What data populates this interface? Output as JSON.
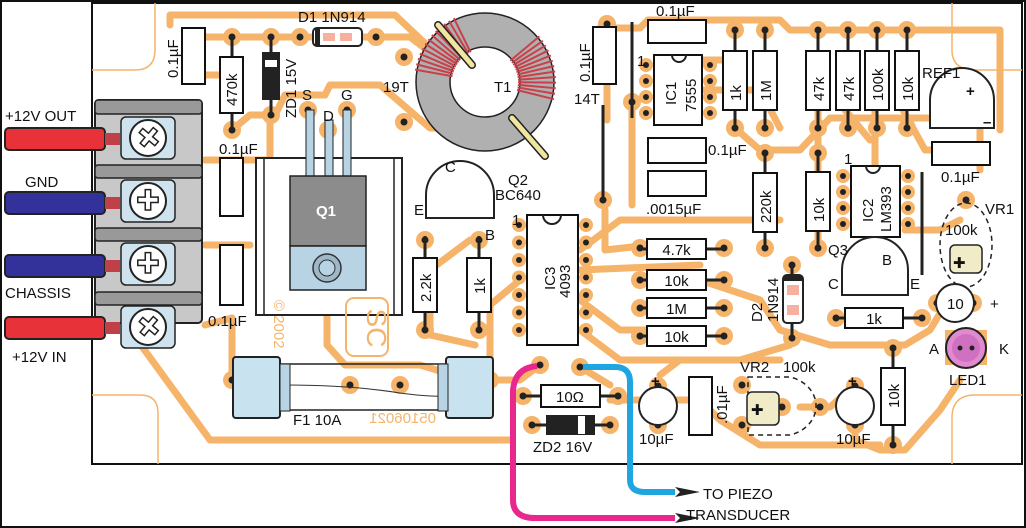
{
  "terminals": {
    "out_label": "+12V OUT",
    "gnd_label": "GND",
    "chassis_label": "CHASSIS",
    "in_label": "+12V IN"
  },
  "components": {
    "c_top_left": "0.1µF",
    "r470k": "470k",
    "zd1": "ZD1 15V",
    "d1": "D1 1N914",
    "c_mid_left": "0.1µF",
    "c_low_left": "0.1µF",
    "q1": "Q1",
    "q1_s": "S",
    "q1_d": "D",
    "q1_g": "G",
    "t1": "T1",
    "t1_19t": "19T",
    "t1_14t": "14T",
    "c_t1": "0.1µF",
    "q2": "Q2",
    "q2_type": "BC640",
    "q2_c": "C",
    "q2_e": "E",
    "q2_b": "B",
    "r2k2": "2.2k",
    "r1k_a": "1k",
    "ic3_name": "IC3",
    "ic3_type": "4093",
    "ic3_pin1": "1",
    "f1": "F1  10A",
    "copyright": "© 2002",
    "board_code": "05106021",
    "ic1_name": "IC1",
    "ic1_type": "7555",
    "ic1_pin1": "1",
    "c_ic1_top": "0.1µF",
    "c_ic1_low": "0.1µF",
    "c_0015": ".0015µF",
    "r1k_b": "1k",
    "r1m_a": "1M",
    "r220k": "220k",
    "r47k_a": "47k",
    "r47k_b": "47k",
    "r100k": "100k",
    "r10k_a": "10k",
    "ref1": "REF1",
    "c_ref1": "0.1µF",
    "r10k_b": "10k",
    "ic2_name": "IC2",
    "ic2_type": "LM393",
    "ic2_pin1": "1",
    "vr1": "VR1",
    "vr1_value": "100k",
    "q3": "Q3",
    "q3_b": "B",
    "q3_c": "C",
    "q3_e": "E",
    "r4k7": "4.7k",
    "r10k_c": "10k",
    "r1m_b": "1M",
    "r10k_d": "10k",
    "d2": "D2",
    "d2_type": "1N914",
    "r1k_c": "1k",
    "r10": "10",
    "led1": "LED1",
    "led_a": "A",
    "led_k": "K",
    "r10ohm": "10Ω",
    "zd2": "ZD2  16V",
    "c10u_a": "10µF",
    "c01": ".01µF",
    "vr2": "VR2",
    "vr2_value": "100k",
    "c10u_b": "10µF",
    "r10k_e": "10k",
    "plus": "+",
    "minus": "–"
  },
  "piezo": {
    "line1": "TO PIEZO",
    "line2": "TRANSDUCER"
  },
  "colors": {
    "track": "#f5b46a",
    "wire_red": "#e8323a",
    "wire_blue": "#33319a",
    "piezo_magenta": "#e8288c",
    "piezo_cyan": "#1fa6e0",
    "toroid_wire": "#c8404a",
    "led": "#e08ad0"
  }
}
